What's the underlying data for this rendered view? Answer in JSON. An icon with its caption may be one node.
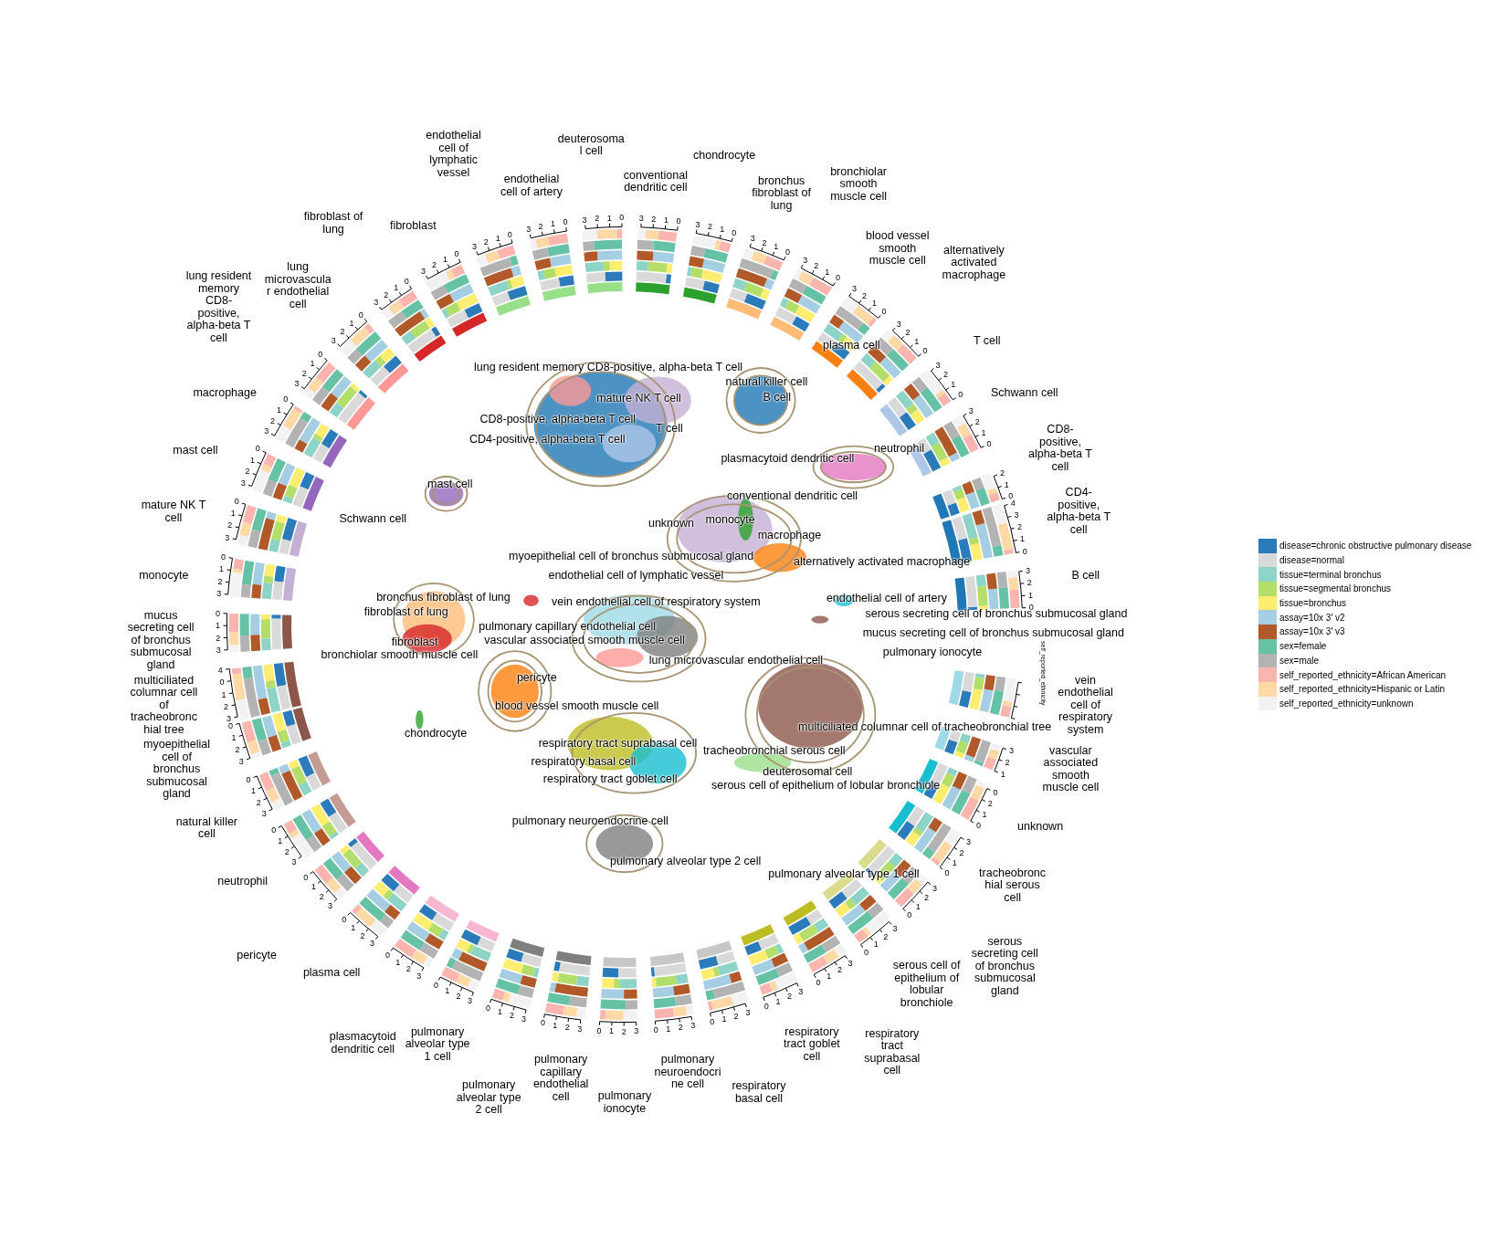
{
  "diagram": {
    "labels": [
      "B cell",
      "CD4-positive, alpha-beta T cell",
      "CD8-positive, alpha-beta T cell",
      "Schwann cell",
      "T cell",
      "alternatively activated macrophage",
      "blood vessel smooth muscle cell",
      "bronchiolar smooth muscle cell",
      "bronchus fibroblast of lung",
      "chondrocyte",
      "conventional dendritic cell",
      "deuterosomal cell",
      "endothelial cell of artery",
      "endothelial cell of lymphatic vessel",
      "fibroblast",
      "fibroblast of lung",
      "lung microvascular endothelial cell",
      "lung resident memory CD8-positive, alpha-beta T cell",
      "macrophage",
      "mast cell",
      "mature NK T cell",
      "monocyte",
      "mucus secreting cell of bronchus submucosal gland",
      "multiciliated columnar cell of tracheobronchial tree",
      "myoepithelial cell of bronchus submucosal gland",
      "natural killer cell",
      "neutrophil",
      "pericyte",
      "plasma cell",
      "plasmacytoid dendritic cell",
      "pulmonary alveolar type 1 cell",
      "pulmonary alveolar type 2 cell",
      "pulmonary capillary endothelial cell",
      "pulmonary ionocyte",
      "pulmonary neuroendocrine cell",
      "respiratory basal cell",
      "respiratory tract goblet cell",
      "respiratory tract suprabasal cell",
      "serous cell of epithelium of lobular bronchiole",
      "serous secreting cell of bronchus submucosal gland",
      "tracheobronchial serous cell",
      "unknown",
      "vascular associated smooth muscle cell",
      "vein endothelial cell of respiratory system",
      "lung resident memory CD8-positive, alpha-beta T cell",
      "natural killer cell",
      "mature NK T cell",
      "B cell",
      "CD8-positive, alpha-beta T cell",
      "T cell",
      "CD4-positive, alpha-beta T cell",
      "neutrophil",
      "plasmacytoid dendritic cell",
      "plasma cell",
      "mast cell",
      "Schwann cell",
      "conventional dendritic cell",
      "unknown",
      "monocyte",
      "macrophage",
      "myoepithelial cell of bronchus submucosal gland",
      "alternatively activated macrophage",
      "endothelial cell of lymphatic vessel",
      "bronchus fibroblast of lung",
      "vein endothelial cell of respiratory system",
      "endothelial cell of artery",
      "fibroblast of lung",
      "serous secreting cell of bronchus submucosal gland",
      "pulmonary capillary endothelial cell",
      "mucus secreting cell of bronchus submucosal gland",
      "vascular associated smooth muscle cell",
      "fibroblast",
      "bronchiolar smooth muscle cell",
      "pulmonary ionocyte",
      "lung microvascular endothelial cell",
      "pericyte",
      "blood vessel smooth muscle cell",
      "multiciliated columnar cell of tracheobronchial tree",
      "chondrocyte",
      "respiratory tract suprabasal cell",
      "tracheobronchial serous cell",
      "respiratory basal cell",
      "deuterosomal cell",
      "respiratory tract goblet cell",
      "serous cell of epithelium of lobular bronchiole",
      "pulmonary neuroendocrine cell",
      "pulmonary alveolar type 2 cell",
      "pulmonary alveolar type 1 cell",
      "self_reported_ethnicity",
      "0",
      "1",
      "2",
      "3",
      "0",
      "1",
      "2",
      "3",
      "4",
      "0",
      "1",
      "2",
      "0",
      "1",
      "2",
      "3",
      "0",
      "1",
      "2",
      "3",
      "0",
      "1",
      "2",
      "3",
      "0",
      "1",
      "2",
      "3",
      "0",
      "1",
      "2",
      "3",
      "0",
      "1",
      "2",
      "3",
      "0",
      "1",
      "2",
      "3",
      "0",
      "1",
      "2",
      "3",
      "0",
      "1",
      "2",
      "3",
      "0",
      "1",
      "2",
      "3",
      "0",
      "1",
      "2",
      "3",
      "0",
      "1",
      "2",
      "3",
      "0",
      "1",
      "2",
      "3",
      "0",
      "1",
      "2",
      "3",
      "0",
      "1",
      "2",
      "3",
      "0",
      "1",
      "2",
      "3",
      "0",
      "1",
      "2",
      "3",
      "0",
      "1",
      "2",
      "3",
      "0",
      "1",
      "2",
      "3",
      "0",
      "1",
      "2",
      "3",
      "4",
      "0",
      "1",
      "2",
      "3",
      "0",
      "1",
      "2",
      "3",
      "0",
      "1",
      "2",
      "3",
      "0",
      "1",
      "2",
      "3",
      "0",
      "1",
      "2",
      "3",
      "0",
      "1",
      "2",
      "3",
      "0",
      "1",
      "2",
      "3",
      "0",
      "1",
      "2",
      "3",
      "0",
      "1",
      "2",
      "3",
      "0",
      "1",
      "2",
      "3",
      "0",
      "1",
      "2",
      "3",
      "0",
      "1",
      "2",
      "3",
      "0",
      "1",
      "2",
      "3",
      "0",
      "1",
      "2",
      "3",
      "0",
      "1",
      "2",
      "3",
      "0",
      "1",
      "2",
      "3",
      "0",
      "1",
      "2",
      "3",
      "0",
      "1",
      "2",
      "3",
      "0",
      "1",
      "2",
      "0",
      "1",
      "2",
      "3"
    ],
    "legend": [
      {
        "text": "disease=chronic obstructive pulmonary disease",
        "color": "#2b7bba"
      },
      {
        "text": "disease=normal",
        "color": "#d9d9d9"
      },
      {
        "text": "tissue=terminal bronchus",
        "color": "#8dd3c7"
      },
      {
        "text": "tissue=segmental bronchus",
        "color": "#b3de69"
      },
      {
        "text": "tissue=bronchus",
        "color": "#ffed6f"
      },
      {
        "text": "assay=10x 3' v2",
        "color": "#a6cee3"
      },
      {
        "text": "assay=10x 3' v3",
        "color": "#b15928"
      },
      {
        "text": "sex=female",
        "color": "#66c2a5"
      },
      {
        "text": "sex=male",
        "color": "#b3b3b3"
      },
      {
        "text": "self_reported_ethnicity=African American",
        "color": "#fbb4ae"
      },
      {
        "text": "self_reported_ethnicity=Hispanic or Latin",
        "color": "#fed9a6"
      },
      {
        "text": "self_reported_ethnicity=unknown",
        "color": "#f2f2f2"
      }
    ]
  }
}
